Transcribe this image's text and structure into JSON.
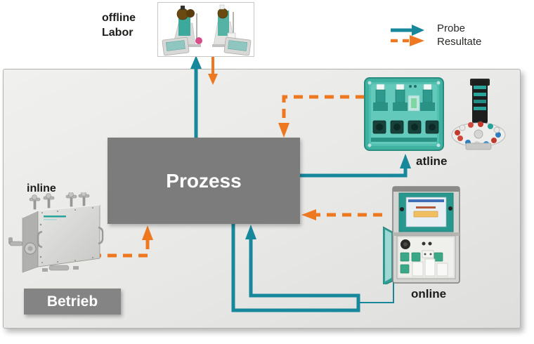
{
  "legend": {
    "probe_label": "Probe",
    "resultate_label": "Resultate"
  },
  "nodes": {
    "offline": {
      "label_line1": "offline",
      "label_line2": "Labor",
      "image": "laboratory-titration-workstations"
    },
    "prozess": {
      "label": "Prozess"
    },
    "atline": {
      "label": "atline",
      "image": "atline-analyzer-with-rotary-sample-changer"
    },
    "online": {
      "label": "online",
      "image": "online-process-analyzer-cabinet"
    },
    "inline": {
      "label": "inline",
      "image": "inline-stainless-steel-analyzer"
    },
    "betrieb": {
      "label": "Betrieb"
    }
  },
  "flows": [
    {
      "from": "Prozess",
      "to": "offline Labor",
      "type": "Probe",
      "style": "solid-teal"
    },
    {
      "from": "offline Labor",
      "to": "Betrieb",
      "type": "Resultate",
      "style": "solid-orange"
    },
    {
      "from": "Prozess",
      "to": "atline",
      "type": "Probe",
      "style": "solid-teal"
    },
    {
      "from": "atline",
      "to": "Prozess",
      "type": "Resultate",
      "style": "dashed-orange"
    },
    {
      "from": "Prozess",
      "to": "online",
      "type": "Probe",
      "style": "solid-teal-bypass-loop"
    },
    {
      "from": "online",
      "to": "Prozess",
      "type": "Resultate",
      "style": "dashed-orange"
    },
    {
      "from": "inline",
      "to": "Prozess",
      "type": "Resultate",
      "style": "dashed-orange"
    }
  ],
  "colors": {
    "teal": "#17879b",
    "orange": "#ee7820",
    "process-gray": "#7c7c7c",
    "betrieb-gray": "#848484",
    "area-fill-light": "#f0f0ee",
    "area-fill-dark": "#dededc",
    "area-border": "#b3b3b1",
    "label-text": "#1c1c1a",
    "legend-text": "#2a2a28"
  }
}
